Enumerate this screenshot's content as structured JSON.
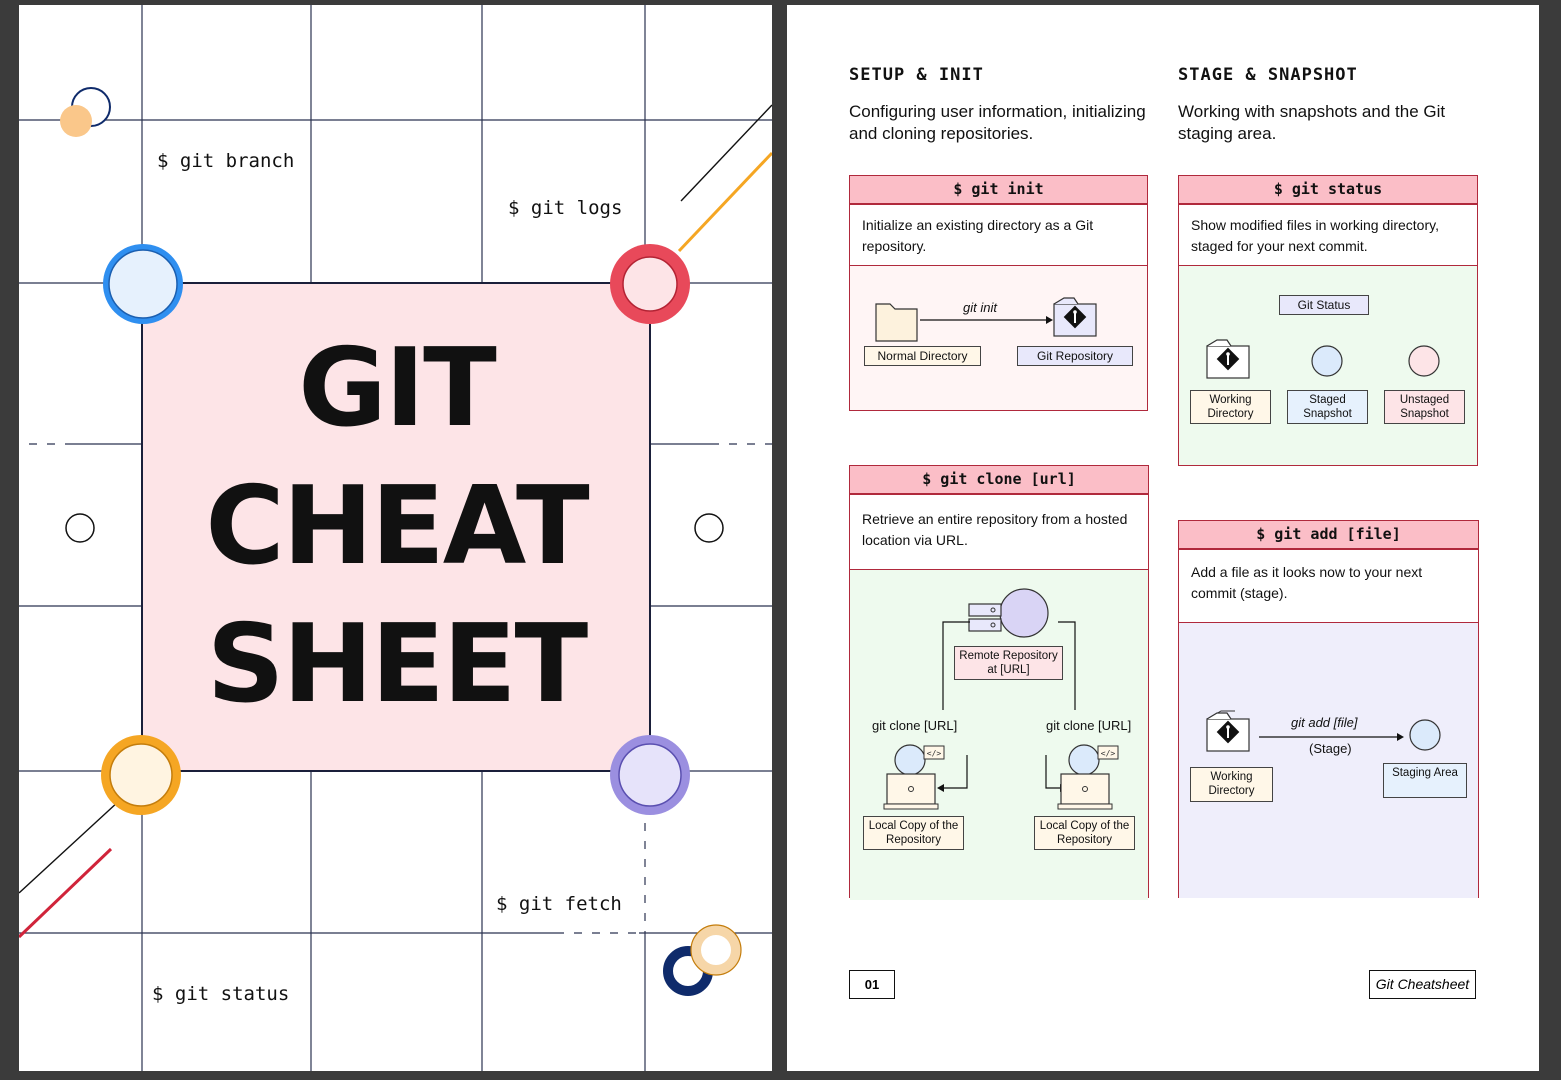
{
  "cover": {
    "title_lines": [
      "GIT",
      "CHEAT",
      "SHEET"
    ],
    "commands": [
      "$ git branch",
      "$ git logs",
      "$ git fetch",
      "$ git status"
    ],
    "colors": {
      "title_bg": "#fde4e7",
      "grid_line": "#2b3350",
      "node_blue": "#2f8ff0",
      "node_red": "#e8495a",
      "node_orange": "#f5a623",
      "node_purple": "#9b8fe0",
      "accent_orange": "#f5a623",
      "accent_red": "#d0243a",
      "navy": "#0f2b6b"
    }
  },
  "content": {
    "sections": [
      {
        "heading": "SETUP & INIT",
        "description": "Configuring user information, initializing and cloning repositories."
      },
      {
        "heading": "STAGE & SNAPSHOT",
        "description": "Working with snapshots and the Git staging area."
      }
    ],
    "cards": {
      "init": {
        "title": "$ git init",
        "description": "Initialize an existing directory as a Git repository.",
        "arrow_label": "git init",
        "from_label": "Normal Directory",
        "to_label": "Git Repository"
      },
      "clone": {
        "title": "$ git clone [url]",
        "description": "Retrieve an entire repository from a hosted location via URL.",
        "remote_label": "Remote Repository at [URL]",
        "left_arrow_label": "git clone [URL]",
        "right_arrow_label": "git clone [URL]",
        "left_local_label": "Local Copy of the Repository",
        "right_local_label": "Local Copy of the Repository",
        "code_glyph": "</>"
      },
      "status": {
        "title": "$ git status",
        "description": "Show modified files in working directory, staged for your next commit.",
        "header_label": "Git Status",
        "states": [
          "Working Directory",
          "Staged Snapshot",
          "Unstaged Snapshot"
        ]
      },
      "add": {
        "title": "$ git add [file]",
        "description": "Add a file as it looks now to your next commit (stage).",
        "arrow_label": "git add [file]",
        "arrow_sublabel": "(Stage)",
        "from_label": "Working Directory",
        "to_label": "Staging Area"
      }
    },
    "footer": {
      "page_number": "01",
      "doc_title": "Git Cheatsheet"
    }
  }
}
